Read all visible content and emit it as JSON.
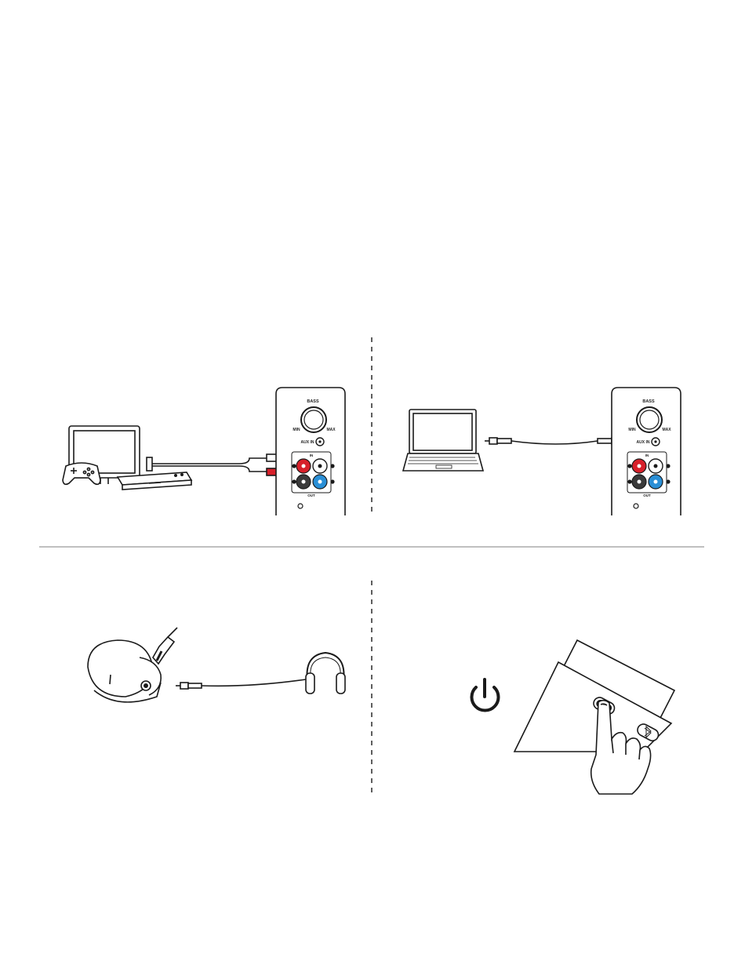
{
  "panel_label": {
    "bass": "BASS",
    "min": "MIN",
    "max": "MAX",
    "aux_in_left": "AUX IN",
    "aux_in_right": "AUX IN",
    "in": "IN",
    "out": "OUT"
  },
  "colors": {
    "line": "#1a1a1a",
    "red_jack": "#d7202a",
    "blue_jack": "#2a8fd6",
    "dark_jack": "#3a3a3a",
    "divider": "#9a9a9a"
  },
  "icons": [
    "power-icon",
    "bluetooth-icon",
    "headphones-icon",
    "gamepad-icon",
    "laptop-icon",
    "monitor-icon"
  ]
}
